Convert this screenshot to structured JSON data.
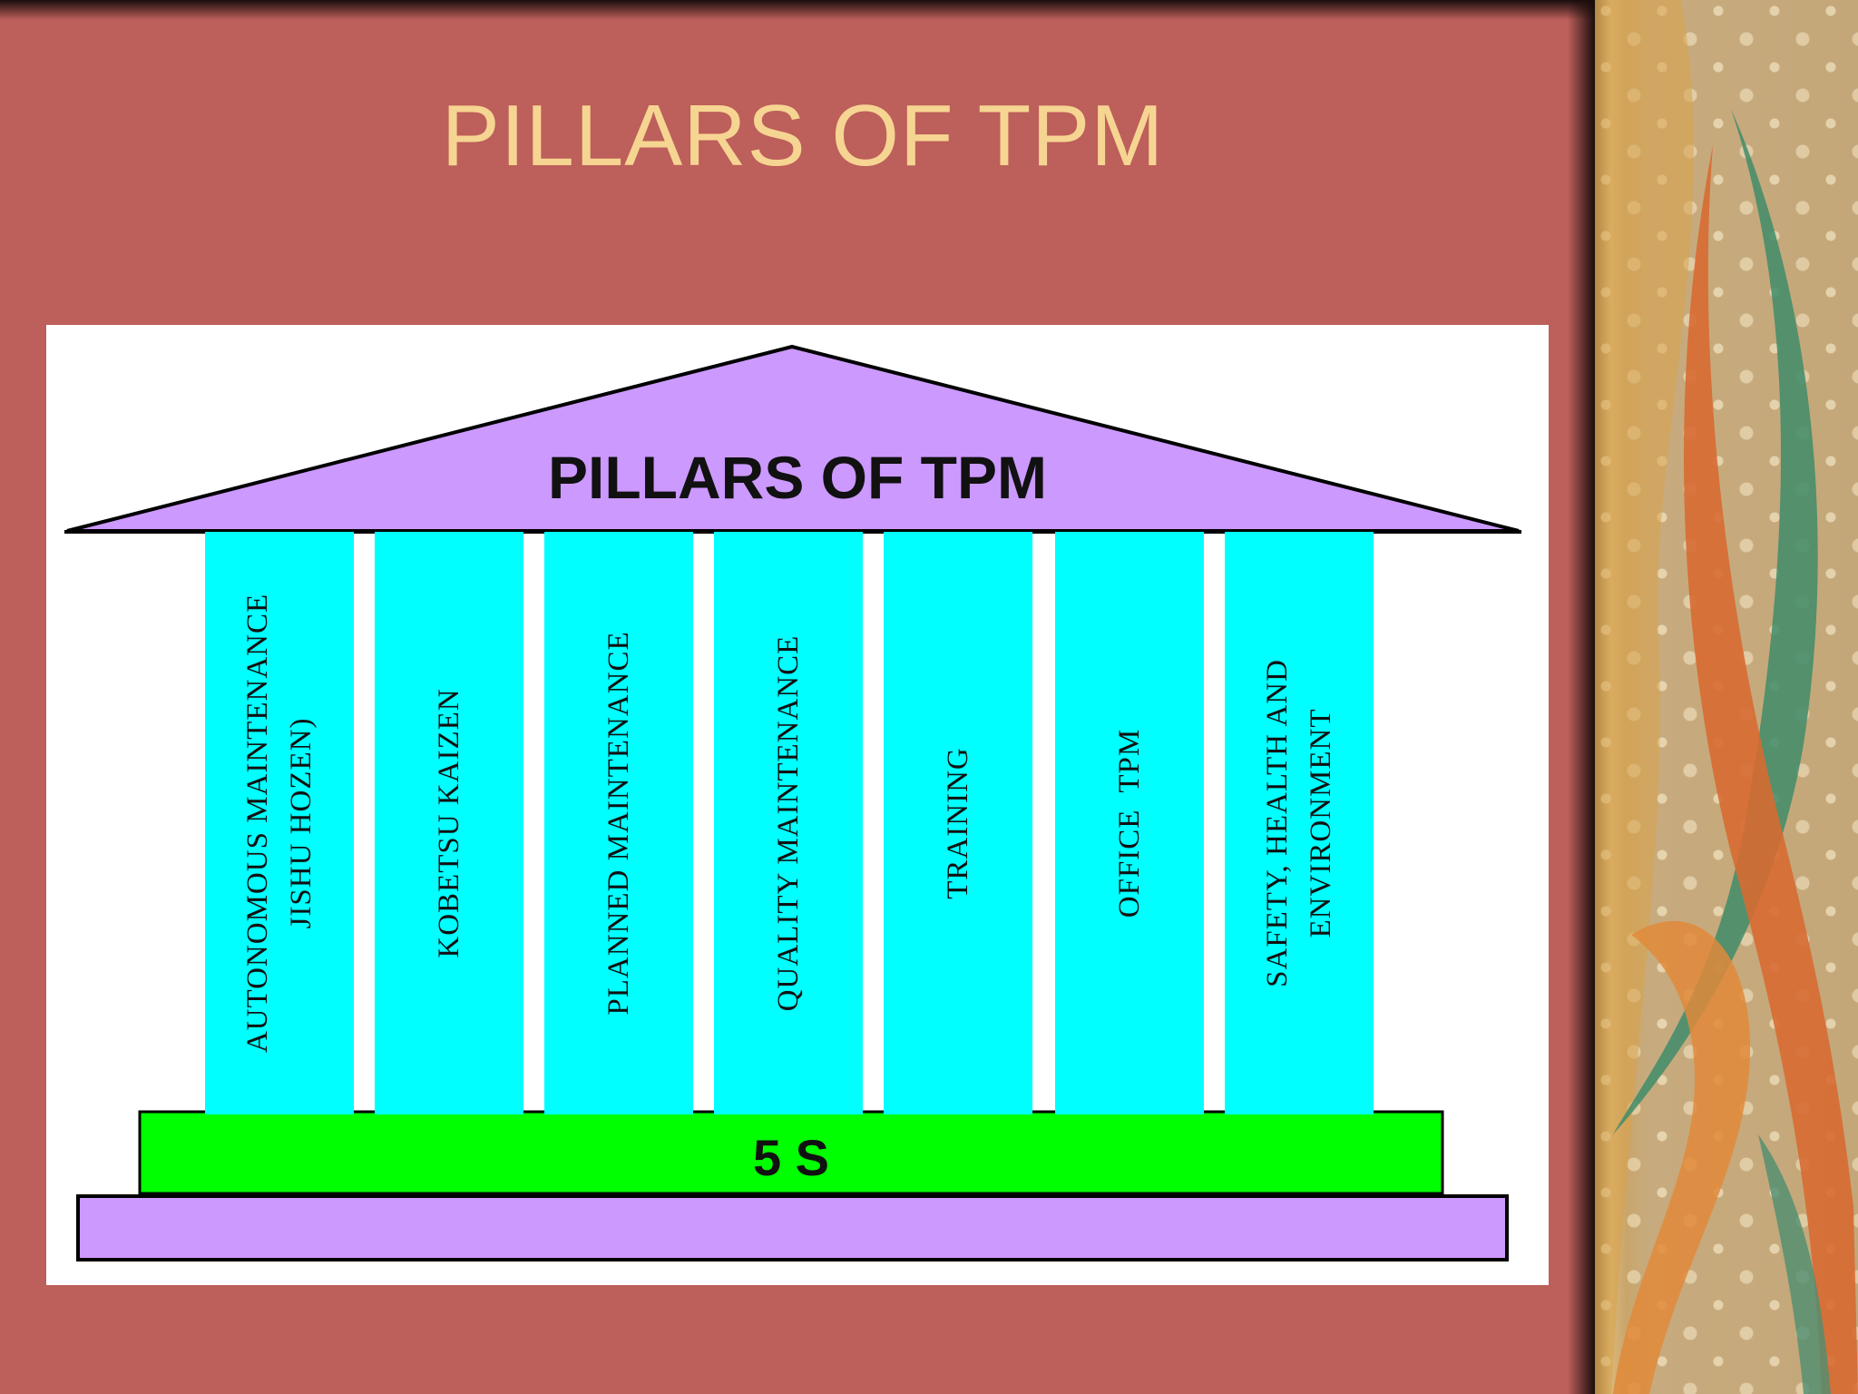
{
  "slide": {
    "title": "PILLARS OF TPM",
    "colors": {
      "background": "#bd5f5a",
      "title": "#f6d592"
    }
  },
  "diagram": {
    "roof_label": "PILLARS OF TPM",
    "base_label": "5 S",
    "pillars": [
      "AUTONOMOUS MAINTENANCE\nJISHU HOZEN)",
      "KOBETSU KAIZEN",
      "PLANNED MAINTENANCE",
      "QUALITY MAINTENANCE",
      "TRAINING",
      "OFFICE  TPM",
      "SAFETY, HEALTH AND\nENVIRONMENT"
    ],
    "colors": {
      "roof": "#cc99ff",
      "pillar": "#00ffff",
      "base": "#00ff00",
      "plinth": "#cc99ff"
    }
  }
}
